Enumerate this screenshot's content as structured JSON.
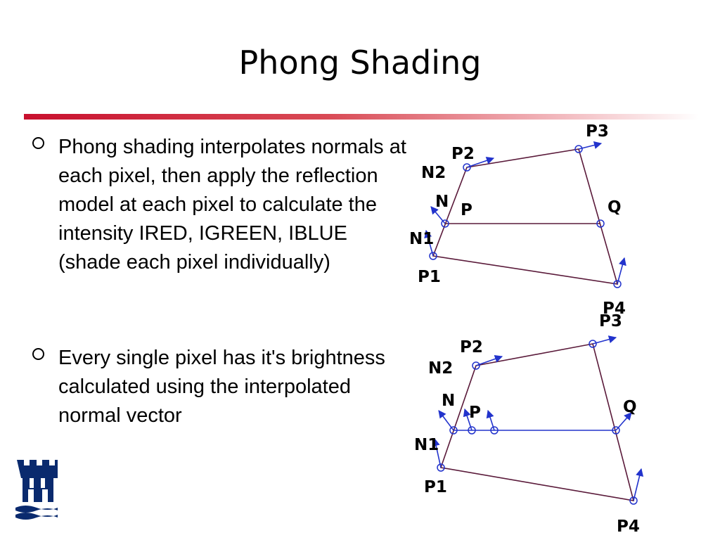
{
  "slide": {
    "title": "Phong Shading",
    "bullets": [
      "Phong shading interpolates normals at each pixel, then apply the reflection model at each pixel to calculate the intensity IRED, IGREEN, IBLUE (shade each pixel individually)",
      "Every single pixel has it's brightness calculated using the interpolated normal vector"
    ]
  },
  "diagrams": {
    "top": {
      "labels": {
        "p1": "P1",
        "p2": "P2",
        "p3": "P3",
        "p4": "P4",
        "n1": "N1",
        "n2": "N2",
        "n": "N",
        "p": "P",
        "q": "Q"
      }
    },
    "bottom": {
      "labels": {
        "p1": "P1",
        "p2": "P2",
        "p3": "P3",
        "p4": "P4",
        "n1": "N1",
        "n2": "N2",
        "n": "N",
        "p": "P",
        "q": "Q"
      }
    }
  },
  "colors": {
    "edge": "#5a1a3a",
    "normal": "#2233cc",
    "accent": "#c8102e",
    "logo": "#0a2a6e"
  },
  "icons": {
    "logo": "castle-logo-icon"
  }
}
